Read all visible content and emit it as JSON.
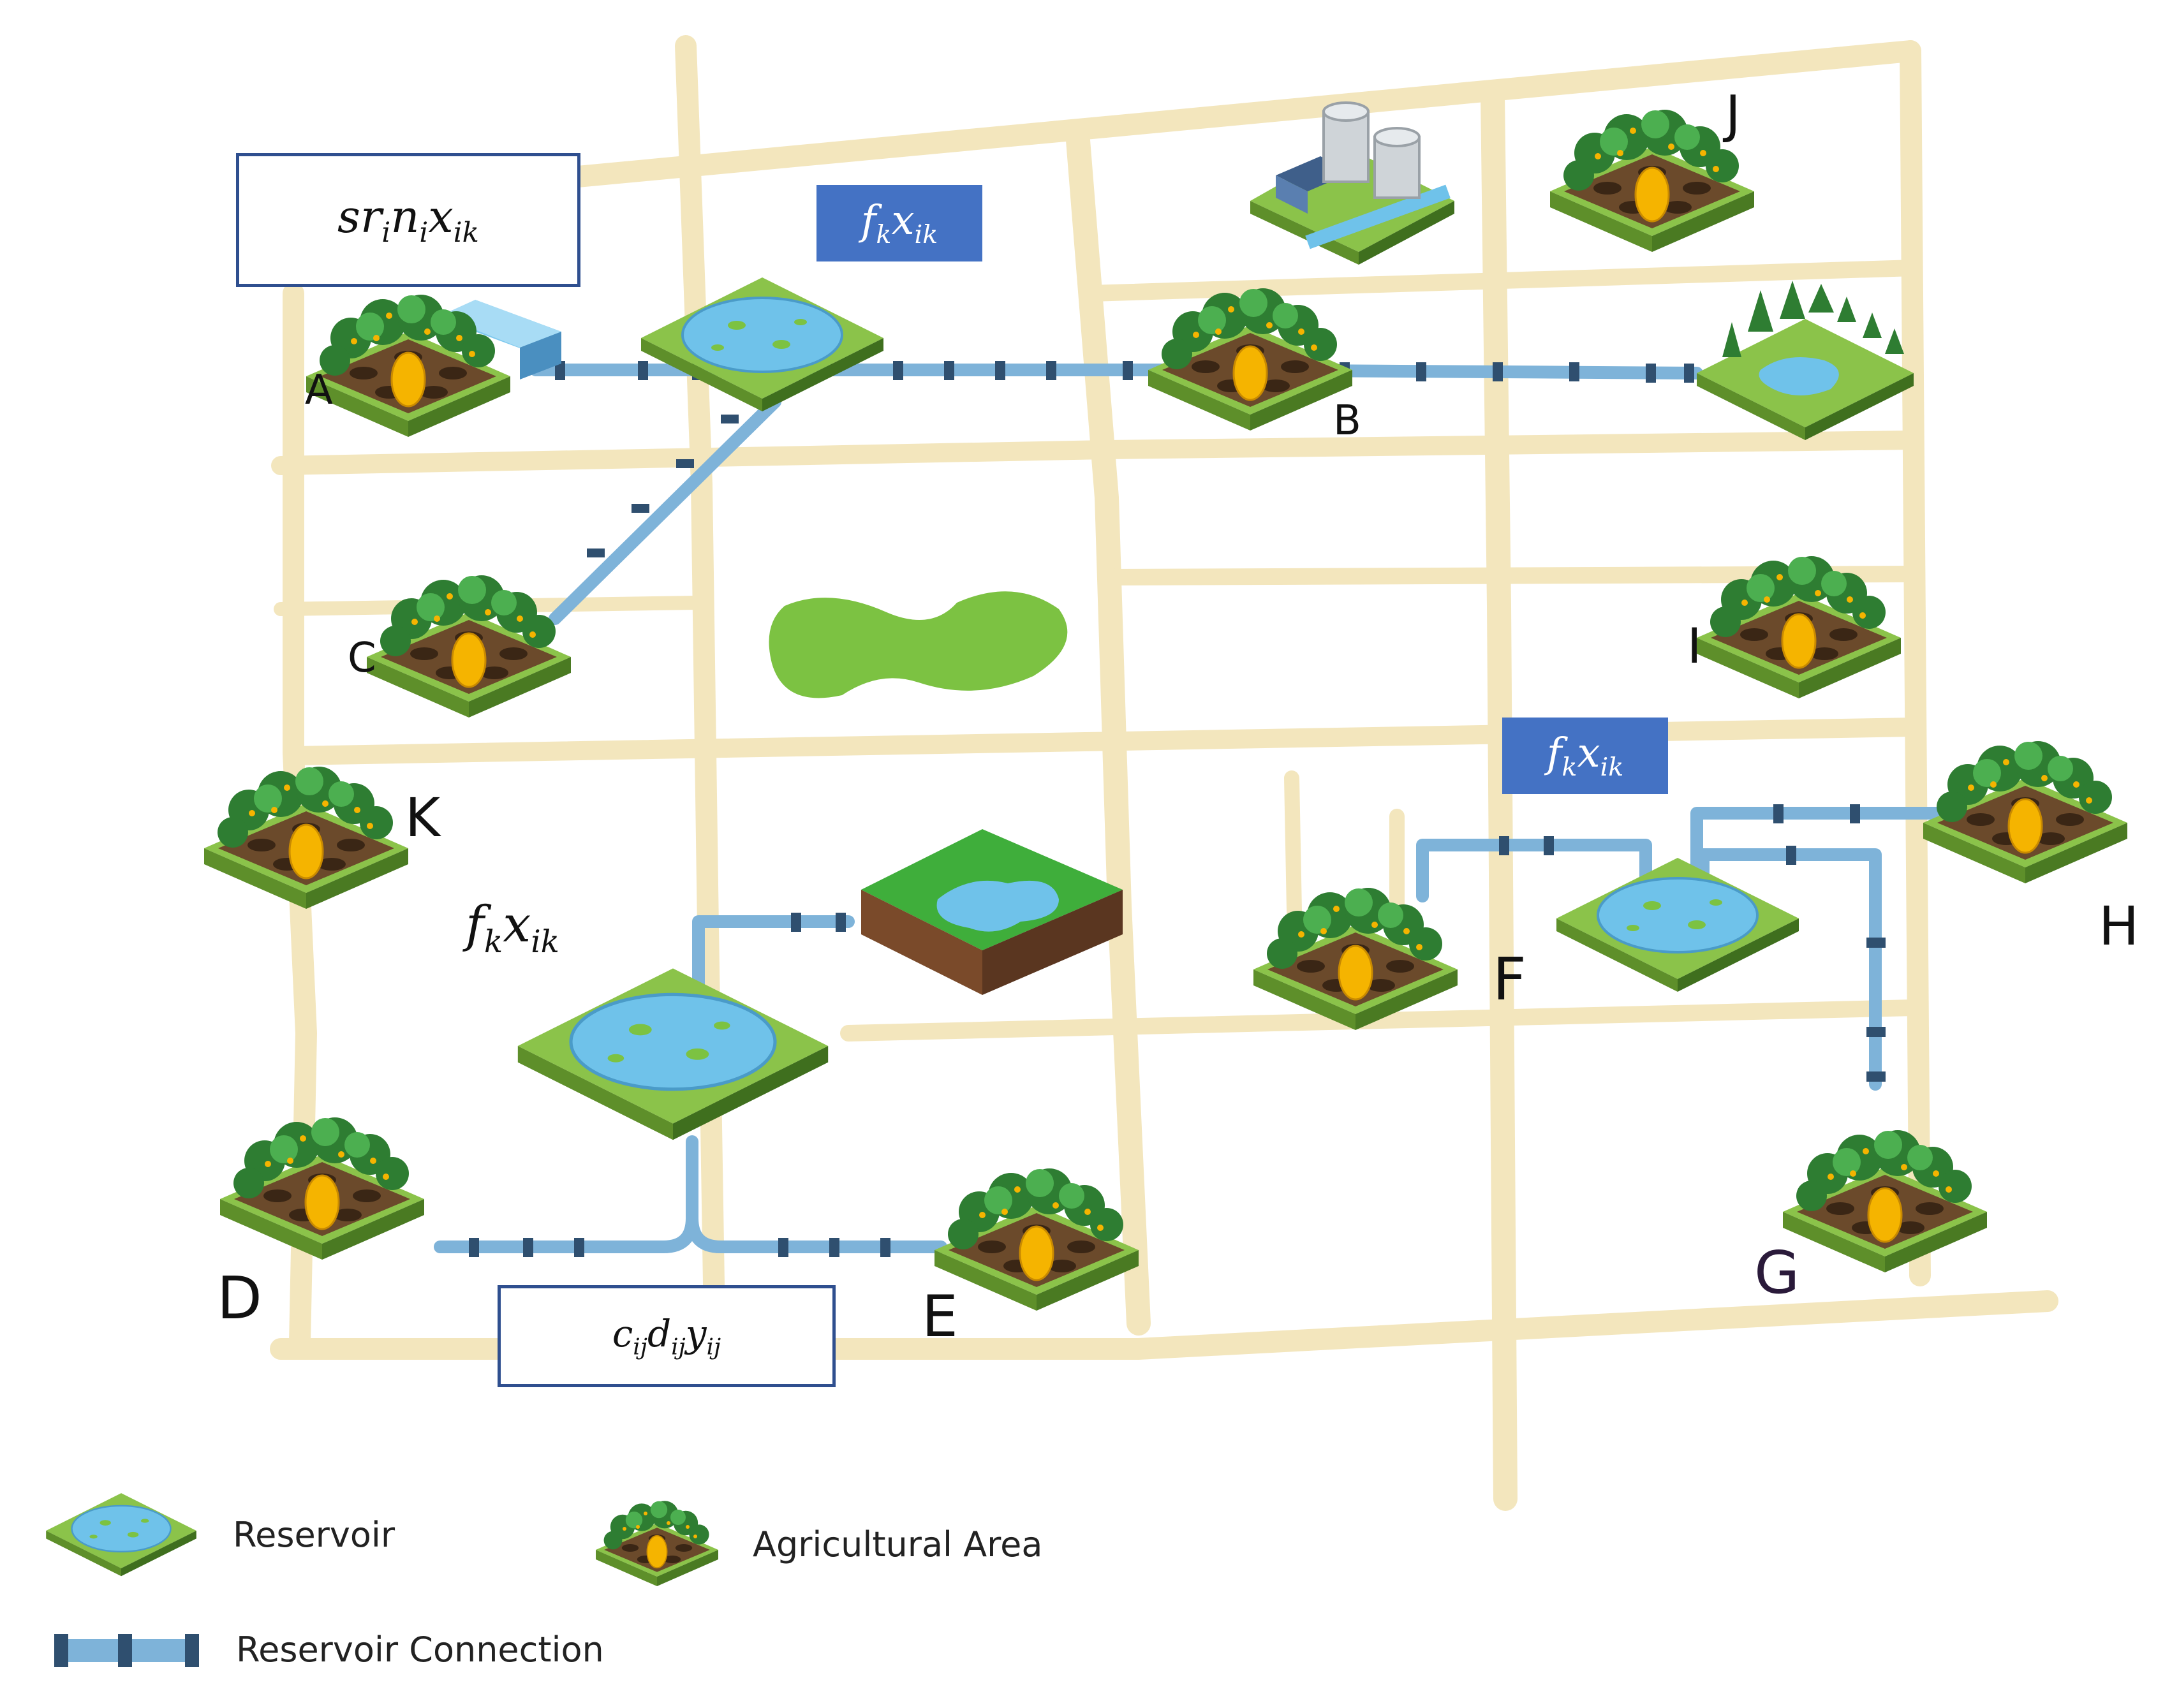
{
  "formulas": {
    "sink_box": {
      "base": [
        "sr",
        "n",
        "x"
      ],
      "subs": [
        "i",
        "i",
        "ik"
      ]
    },
    "fixed_top": {
      "base": [
        "f",
        "x"
      ],
      "subs": [
        "k",
        "ik"
      ]
    },
    "fixed_right": {
      "base": [
        "f",
        "x"
      ],
      "subs": [
        "k",
        "ik"
      ]
    },
    "fixed_left": {
      "base": [
        "f",
        "x"
      ],
      "subs": [
        "k",
        "ik"
      ]
    },
    "cost_box": {
      "base": [
        "c",
        "d",
        "y"
      ],
      "subs": [
        "ij",
        "ij",
        "ij"
      ]
    }
  },
  "nodes": {
    "A": "A",
    "B": "B",
    "C": "C",
    "D": "D",
    "E": "E",
    "F": "F",
    "G": "G",
    "H": "H",
    "I": "I",
    "J": "J",
    "K": "K"
  },
  "legend": {
    "reservoir": "Reservoir",
    "agricultural": "Agricultural Area",
    "connection": "Reservoir Connection"
  },
  "colors": {
    "road": "#f3e6bd",
    "pipe": "#7eb3d9",
    "pipe_joint": "#2f4f6f",
    "grass": "#7cc242",
    "water": "#6fc2ea",
    "soil": "#6b4a2b",
    "fill_box": "#4472c4"
  }
}
